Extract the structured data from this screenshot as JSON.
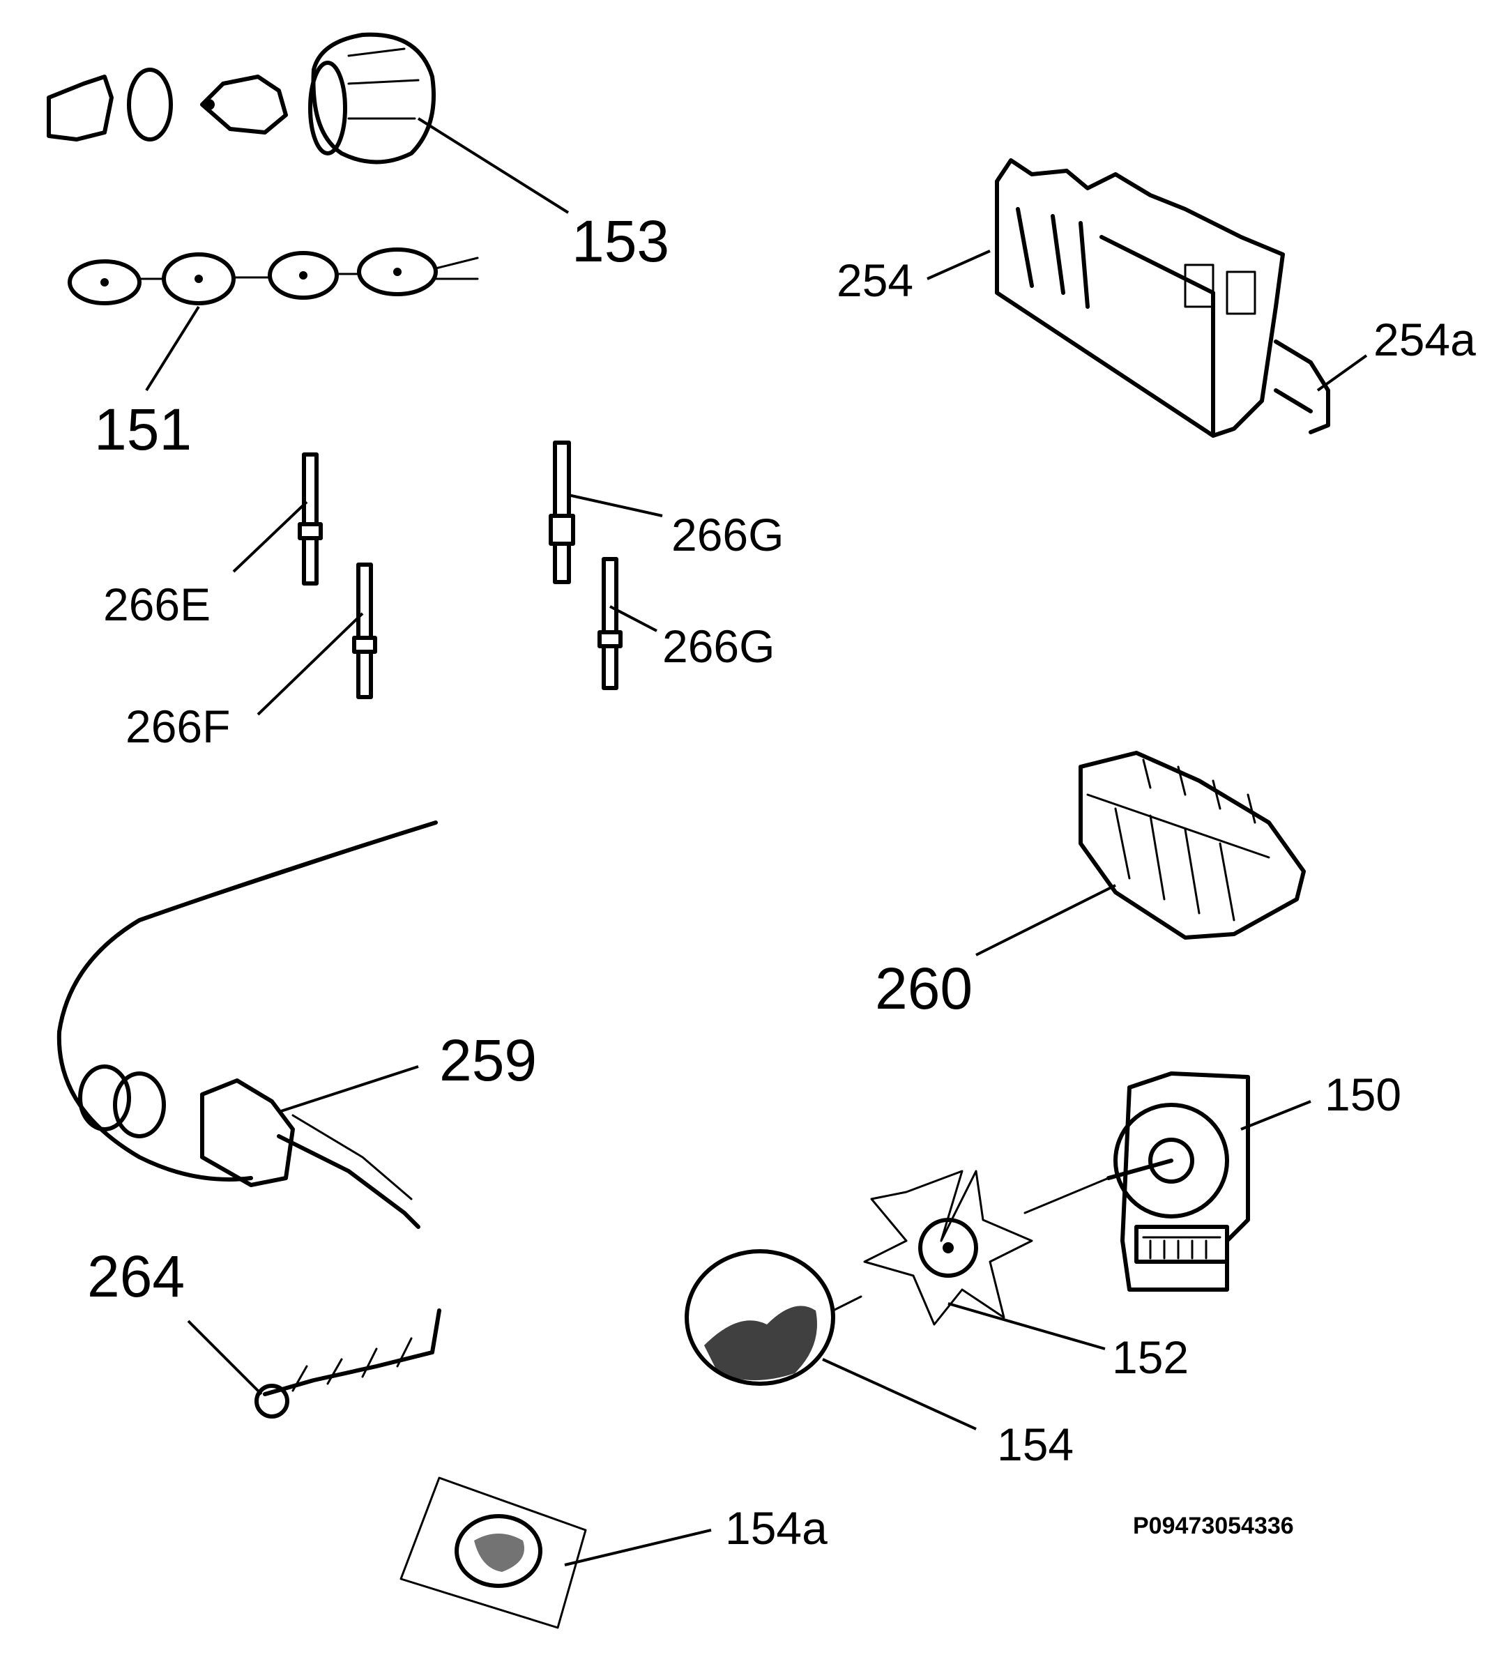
{
  "labels": {
    "l153": "153",
    "l151": "151",
    "l254": "254",
    "l254a": "254a",
    "l266E": "266E",
    "l266G_top": "266G",
    "l266G_bottom": "266G",
    "l266F": "266F",
    "l260": "260",
    "l259": "259",
    "l150": "150",
    "l264": "264",
    "l152": "152",
    "l154": "154",
    "l154a": "154a"
  },
  "drawing_code": "P09473054336"
}
